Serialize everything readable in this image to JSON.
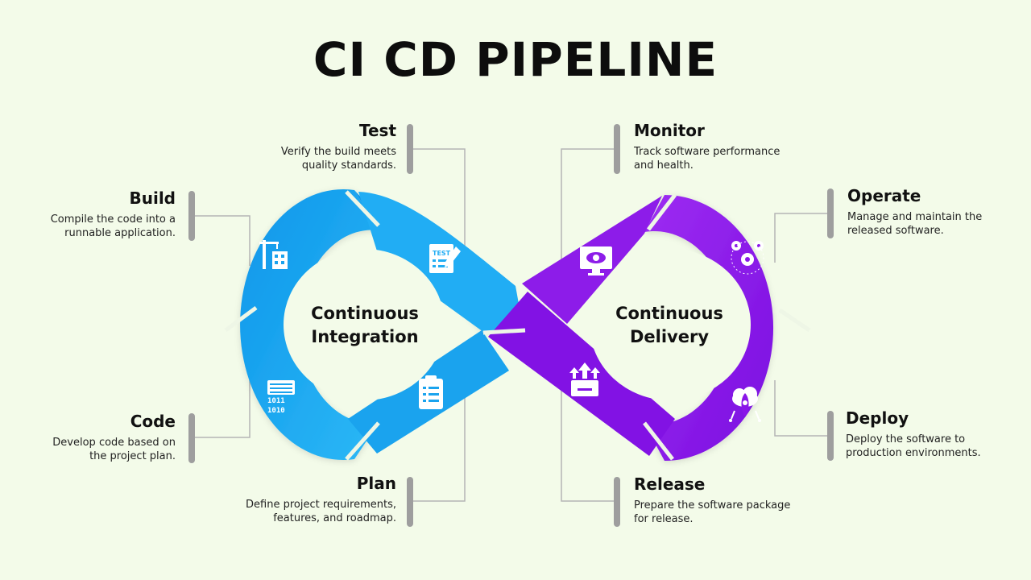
{
  "title": "CI CD PIPELINE",
  "colors": {
    "ci": "#1aa3ee",
    "cd": "#8a16e8",
    "bar": "#9e9e9e",
    "background": "#f3fbe9"
  },
  "loops": {
    "ci": "Continuous\nIntegration",
    "cd": "Continuous\nDelivery"
  },
  "stages": {
    "test": {
      "title": "Test",
      "desc": "Verify the build meets quality standards.",
      "icon": "test-document-icon"
    },
    "build": {
      "title": "Build",
      "desc": "Compile the code into a runnable application.",
      "icon": "crane-building-icon"
    },
    "code": {
      "title": "Code",
      "desc": "Develop code based on the project plan.",
      "icon": "binary-code-icon"
    },
    "plan": {
      "title": "Plan",
      "desc": "Define project requirements, features, and roadmap.",
      "icon": "clipboard-checklist-icon"
    },
    "monitor": {
      "title": "Monitor",
      "desc": "Track software performance and health.",
      "icon": "monitor-eye-icon"
    },
    "operate": {
      "title": "Operate",
      "desc": "Manage and maintain the released software.",
      "icon": "gears-icon"
    },
    "deploy": {
      "title": "Deploy",
      "desc": "Deploy the software to production environments.",
      "icon": "cloud-rocket-icon"
    },
    "release": {
      "title": "Release",
      "desc": "Prepare the software package for release.",
      "icon": "package-upload-icon"
    }
  }
}
